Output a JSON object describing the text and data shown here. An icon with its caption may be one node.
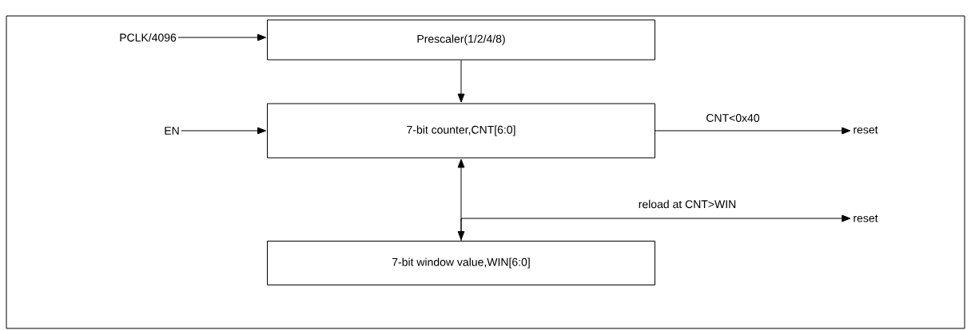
{
  "diagram": {
    "nodes": [
      {
        "text": [
          "PCLK/4096"
        ]
      },
      {
        "text": [
          "Prescaler(1/2/4/8)"
        ]
      },
      {
        "text": [
          "EN"
        ]
      },
      {
        "text": [
          "7-bit counter,CNT[6:0]"
        ]
      },
      {
        "text": [
          "reset"
        ]
      },
      {
        "text": [
          "reset"
        ]
      },
      {
        "text": [
          "7-bit window value,WIN[6:0]"
        ]
      }
    ],
    "edges": [
      {
        "from": 0,
        "to": 1,
        "arrow": "to"
      },
      {
        "from": 1,
        "to": 3,
        "arrow": "to"
      },
      {
        "from": 2,
        "to": 3,
        "arrow": "to"
      },
      {
        "from": 3,
        "to": 4,
        "arrow": "to",
        "label": "CNT<0x40"
      },
      {
        "from": 3,
        "to": 6,
        "arrow": "both"
      },
      {
        "from": 6,
        "to": 5,
        "arrow": "to",
        "label": "reload at CNT>WIN"
      }
    ]
  }
}
